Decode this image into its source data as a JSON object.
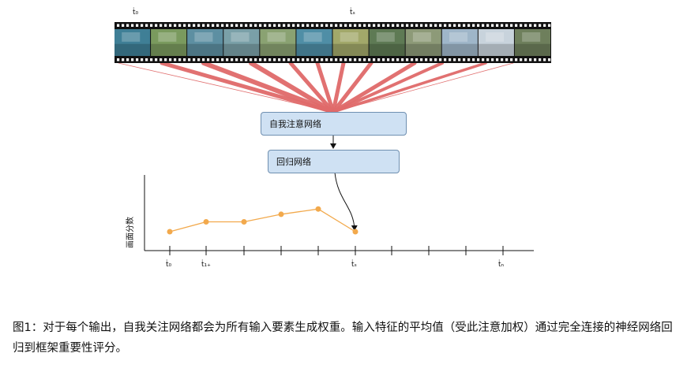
{
  "film": {
    "top_labels": [
      {
        "text": "ṫ₀"
      },
      {
        "text": "ṫₛ"
      }
    ],
    "frame_colors": [
      "#3f7f96",
      "#7a9a5e",
      "#5d8fa2",
      "#7aa0a8",
      "#8aa272",
      "#4f8ea6",
      "#a2a86a",
      "#5e7a54",
      "#8d9a78",
      "#9fb6c9",
      "#c8d3dc",
      "#6e7f5c"
    ]
  },
  "boxes": {
    "attention": "自我注意网络",
    "regression": "回归网络"
  },
  "chart_data": {
    "type": "line",
    "ylabel": "画面分数",
    "x_tick_labels": [
      "ṫ₀",
      "ṫ₁₊",
      "ṫₛ",
      "ṫₙ"
    ],
    "values": [
      0.25,
      0.38,
      0.38,
      0.48,
      0.55,
      0.25
    ],
    "ylim": [
      0,
      1
    ],
    "color": "#f2a94c"
  },
  "caption": "图1：对于每个输出，自我关注网络都会为所有输入要素生成权重。输入特征的平均值（受此注意加权）通过完全连接的神经网络回归到框架重要性评分。"
}
